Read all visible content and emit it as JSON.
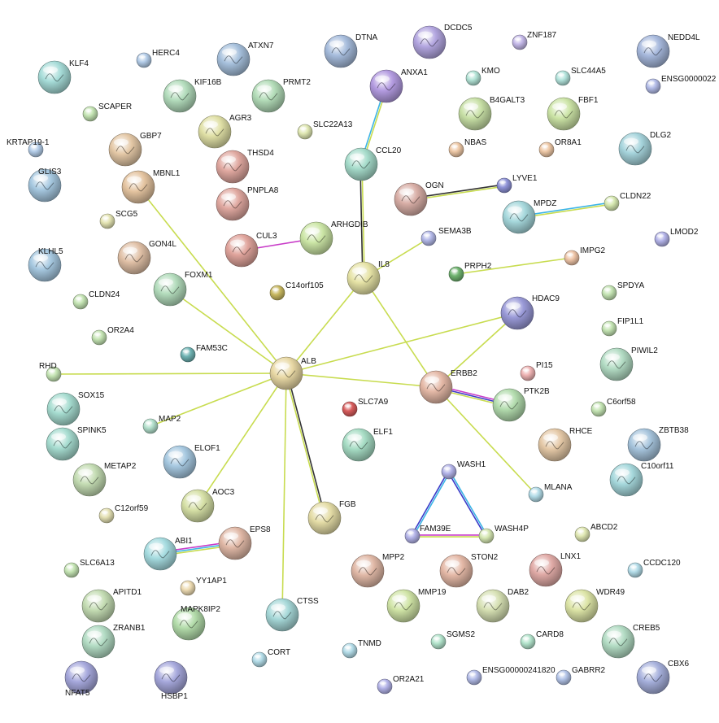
{
  "network": {
    "nodes": [
      {
        "id": "ALB",
        "label": "ALB",
        "color": "#e8d8a4",
        "size": "large",
        "protein": true
      },
      {
        "id": "IL8",
        "label": "IL8",
        "color": "#e6e3a6",
        "size": "large",
        "protein": true
      },
      {
        "id": "ERBB2",
        "label": "ERBB2",
        "color": "#e4b8a6",
        "size": "large",
        "protein": true
      },
      {
        "id": "CCL20",
        "label": "CCL20",
        "color": "#a6dccb",
        "size": "large",
        "protein": true
      },
      {
        "id": "ANXA1",
        "label": "ANXA1",
        "color": "#b39be0",
        "size": "large",
        "protein": true
      },
      {
        "id": "FGB",
        "label": "FGB",
        "color": "#e4dca6",
        "size": "large",
        "protein": true
      },
      {
        "id": "ARHGDIB",
        "label": "ARHGDIB",
        "color": "#cce6a6",
        "size": "large",
        "protein": true
      },
      {
        "id": "CUL3",
        "label": "CUL3",
        "color": "#e0a49c",
        "size": "large",
        "protein": true
      },
      {
        "id": "OGN",
        "label": "OGN",
        "color": "#d8aea6",
        "size": "large",
        "protein": true
      },
      {
        "id": "LYVE1",
        "label": "LYVE1",
        "color": "#8f93d8",
        "size": "small",
        "protein": false
      },
      {
        "id": "SEMA3B",
        "label": "SEMA3B",
        "color": "#b3b8e8",
        "size": "small",
        "protein": false
      },
      {
        "id": "PRPH2",
        "label": "PRPH2",
        "color": "#6fb36f",
        "size": "small",
        "protein": false
      },
      {
        "id": "IMPG2",
        "label": "IMPG2",
        "color": "#eec4a6",
        "size": "small",
        "protein": false
      },
      {
        "id": "MPDZ",
        "label": "MPDZ",
        "color": "#a6d8dc",
        "size": "large",
        "protein": true
      },
      {
        "id": "CLDN22",
        "label": "CLDN22",
        "color": "#d6e8b0",
        "size": "small",
        "protein": false
      },
      {
        "id": "HDAC9",
        "label": "HDAC9",
        "color": "#9a9ad8",
        "size": "large",
        "protein": true
      },
      {
        "id": "PTK2B",
        "label": "PTK2B",
        "color": "#b3dcae",
        "size": "large",
        "protein": true
      },
      {
        "id": "MLANA",
        "label": "MLANA",
        "color": "#b3dce8",
        "size": "small",
        "protein": false
      },
      {
        "id": "FOXM1",
        "label": "FOXM1",
        "color": "#b3dcbc",
        "size": "large",
        "protein": true
      },
      {
        "id": "RHD",
        "label": "RHD",
        "color": "#c4e4b3",
        "size": "small",
        "protein": false
      },
      {
        "id": "MAP2",
        "label": "MAP2",
        "color": "#b3e0cc",
        "size": "small",
        "protein": false
      },
      {
        "id": "AOC3",
        "label": "AOC3",
        "color": "#d6e0a6",
        "size": "large",
        "protein": true
      },
      {
        "id": "CTSS",
        "label": "CTSS",
        "color": "#a6d8d8",
        "size": "large",
        "protein": true
      },
      {
        "id": "MBNL1",
        "label": "MBNL1",
        "color": "#e4c4a0",
        "size": "large",
        "protein": true
      },
      {
        "id": "ABI1",
        "label": "ABI1",
        "color": "#a6dce0",
        "size": "large",
        "protein": true
      },
      {
        "id": "EPS8",
        "label": "EPS8",
        "color": "#e0b8a6",
        "size": "large",
        "protein": true
      },
      {
        "id": "WASH1",
        "label": "WASH1",
        "color": "#b3b3e8",
        "size": "small",
        "protein": false
      },
      {
        "id": "FAM39E",
        "label": "FAM39E",
        "color": "#b3b3e8",
        "size": "small",
        "protein": false
      },
      {
        "id": "WASH4P",
        "label": "WASH4P",
        "color": "#d6e8b3",
        "size": "small",
        "protein": false
      },
      {
        "id": "KLF4",
        "label": "KLF4",
        "color": "#a6dcd8",
        "size": "large",
        "protein": true
      },
      {
        "id": "HERC4",
        "label": "HERC4",
        "color": "#b3cce8",
        "size": "small",
        "protein": false
      },
      {
        "id": "ATXN7",
        "label": "ATXN7",
        "color": "#a6c0dc",
        "size": "large",
        "protein": true
      },
      {
        "id": "DTNA",
        "label": "DTNA",
        "color": "#a6bcdc",
        "size": "large",
        "protein": true
      },
      {
        "id": "DCDC5",
        "label": "DCDC5",
        "color": "#b3a6e0",
        "size": "large",
        "protein": true
      },
      {
        "id": "ZNF187",
        "label": "ZNF187",
        "color": "#c4b8e8",
        "size": "small",
        "protein": false
      },
      {
        "id": "NEDD4L",
        "label": "NEDD4L",
        "color": "#a6b8dc",
        "size": "large",
        "protein": true
      },
      {
        "id": "ENSG0000022",
        "label": "ENSG0000022",
        "color": "#b3bce8",
        "size": "small",
        "protein": false
      },
      {
        "id": "KIF16B",
        "label": "KIF16B",
        "color": "#b3dcbc",
        "size": "large",
        "protein": true
      },
      {
        "id": "PRMT2",
        "label": "PRMT2",
        "color": "#b3dcb8",
        "size": "large",
        "protein": true
      },
      {
        "id": "SCAPER",
        "label": "SCAPER",
        "color": "#c4e4b3",
        "size": "small",
        "protein": false
      },
      {
        "id": "AGR3",
        "label": "AGR3",
        "color": "#e0e0a6",
        "size": "large",
        "protein": true
      },
      {
        "id": "SLC22A13",
        "label": "SLC22A13",
        "color": "#e0e8b3",
        "size": "small",
        "protein": false
      },
      {
        "id": "KMO",
        "label": "KMO",
        "color": "#b3e4d6",
        "size": "small",
        "protein": false
      },
      {
        "id": "SLC44A5",
        "label": "SLC44A5",
        "color": "#b3e4dc",
        "size": "small",
        "protein": false
      },
      {
        "id": "B4GALT3",
        "label": "B4GALT3",
        "color": "#c8e0a6",
        "size": "large",
        "protein": true
      },
      {
        "id": "FBF1",
        "label": "FBF1",
        "color": "#cce4a6",
        "size": "large",
        "protein": true
      },
      {
        "id": "KRTAP19-1",
        "label": "KRTAP19-1",
        "color": "#b3cce8",
        "size": "small",
        "protein": false
      },
      {
        "id": "GBP7",
        "label": "GBP7",
        "color": "#e4c8a6",
        "size": "large",
        "protein": true
      },
      {
        "id": "THSD4",
        "label": "THSD4",
        "color": "#e0a8a0",
        "size": "large",
        "protein": true
      },
      {
        "id": "NBAS",
        "label": "NBAS",
        "color": "#eec8a6",
        "size": "small",
        "protein": false
      },
      {
        "id": "OR8A1",
        "label": "OR8A1",
        "color": "#eec8a6",
        "size": "small",
        "protein": false
      },
      {
        "id": "DLG2",
        "label": "DLG2",
        "color": "#a6d4dc",
        "size": "large",
        "protein": true
      },
      {
        "id": "GLIS3",
        "label": "GLIS3",
        "color": "#a6c8e0",
        "size": "large",
        "protein": true
      },
      {
        "id": "PNPLA8",
        "label": "PNPLA8",
        "color": "#e0a8a0",
        "size": "large",
        "protein": true
      },
      {
        "id": "SCG5",
        "label": "SCG5",
        "color": "#e4e4b3",
        "size": "small",
        "protein": false
      },
      {
        "id": "LMOD2",
        "label": "LMOD2",
        "color": "#b3b3e8",
        "size": "small",
        "protein": false
      },
      {
        "id": "KLHL5",
        "label": "KLHL5",
        "color": "#a6c8e0",
        "size": "large",
        "protein": true
      },
      {
        "id": "GON4L",
        "label": "GON4L",
        "color": "#e0c0a6",
        "size": "large",
        "protein": true
      },
      {
        "id": "C14orf105",
        "label": "C14orf105",
        "color": "#c8b860",
        "size": "small",
        "protein": false
      },
      {
        "id": "SPDYA",
        "label": "SPDYA",
        "color": "#c4e4b3",
        "size": "small",
        "protein": false
      },
      {
        "id": "CLDN24",
        "label": "CLDN24",
        "color": "#c4e4b3",
        "size": "small",
        "protein": false
      },
      {
        "id": "FIP1L1",
        "label": "FIP1L1",
        "color": "#c4e4b3",
        "size": "small",
        "protein": false
      },
      {
        "id": "OR2A4",
        "label": "OR2A4",
        "color": "#c4e4b3",
        "size": "small",
        "protein": false
      },
      {
        "id": "PIWIL2",
        "label": "PIWIL2",
        "color": "#b3dcc4",
        "size": "large",
        "protein": true
      },
      {
        "id": "FAM53C",
        "label": "FAM53C",
        "color": "#6fb3b3",
        "size": "small",
        "protein": false
      },
      {
        "id": "PI15",
        "label": "PI15",
        "color": "#eeb3b3",
        "size": "small",
        "protein": false
      },
      {
        "id": "SOX15",
        "label": "SOX15",
        "color": "#a6dcd0",
        "size": "large",
        "protein": true
      },
      {
        "id": "SLC7A9",
        "label": "SLC7A9",
        "color": "#d85c5c",
        "size": "small",
        "protein": false
      },
      {
        "id": "C6orf58",
        "label": "C6orf58",
        "color": "#c4e4b3",
        "size": "small",
        "protein": false
      },
      {
        "id": "SPINK5",
        "label": "SPINK5",
        "color": "#a6dcd0",
        "size": "large",
        "protein": true
      },
      {
        "id": "ELF1",
        "label": "ELF1",
        "color": "#a6dcc4",
        "size": "large",
        "protein": true
      },
      {
        "id": "RHCE",
        "label": "RHCE",
        "color": "#e4c8a6",
        "size": "large",
        "protein": true
      },
      {
        "id": "ZBTB38",
        "label": "ZBTB38",
        "color": "#a6c4dc",
        "size": "large",
        "protein": true
      },
      {
        "id": "ELOF1",
        "label": "ELOF1",
        "color": "#a6c8e0",
        "size": "large",
        "protein": true
      },
      {
        "id": "METAP2",
        "label": "METAP2",
        "color": "#c4dcb3",
        "size": "large",
        "protein": true
      },
      {
        "id": "C10orf11",
        "label": "C10orf11",
        "color": "#a6d8dc",
        "size": "large",
        "protein": true
      },
      {
        "id": "C12orf59",
        "label": "C12orf59",
        "color": "#e4e0b3",
        "size": "small",
        "protein": false
      },
      {
        "id": "ABCD2",
        "label": "ABCD2",
        "color": "#e0e8b3",
        "size": "small",
        "protein": false
      },
      {
        "id": "SLC6A13",
        "label": "SLC6A13",
        "color": "#c4e4b3",
        "size": "small",
        "protein": false
      },
      {
        "id": "YY1AP1",
        "label": "YY1AP1",
        "color": "#eedcb3",
        "size": "small",
        "protein": false
      },
      {
        "id": "MPP2",
        "label": "MPP2",
        "color": "#e0b8a6",
        "size": "large",
        "protein": true
      },
      {
        "id": "STON2",
        "label": "STON2",
        "color": "#e4b8a6",
        "size": "large",
        "protein": true
      },
      {
        "id": "LNX1",
        "label": "LNX1",
        "color": "#e0aaa6",
        "size": "large",
        "protein": true
      },
      {
        "id": "CCDC120",
        "label": "CCDC120",
        "color": "#b3dce8",
        "size": "small",
        "protein": false
      },
      {
        "id": "APITD1",
        "label": "APITD1",
        "color": "#c4dcb3",
        "size": "large",
        "protein": true
      },
      {
        "id": "MAPK8IP2",
        "label": "MAPK8IP2",
        "color": "#b3dcaa",
        "size": "large",
        "protein": true
      },
      {
        "id": "MMP19",
        "label": "MMP19",
        "color": "#d0e4a6",
        "size": "large",
        "protein": true
      },
      {
        "id": "DAB2",
        "label": "DAB2",
        "color": "#d6e0b3",
        "size": "large",
        "protein": true
      },
      {
        "id": "WDR49",
        "label": "WDR49",
        "color": "#dce4a6",
        "size": "large",
        "protein": true
      },
      {
        "id": "ZRANB1",
        "label": "ZRANB1",
        "color": "#b3dcc4",
        "size": "large",
        "protein": true
      },
      {
        "id": "TNMD",
        "label": "TNMD",
        "color": "#b3dce8",
        "size": "small",
        "protein": false
      },
      {
        "id": "SGMS2",
        "label": "SGMS2",
        "color": "#b3e4cc",
        "size": "small",
        "protein": false
      },
      {
        "id": "CARD8",
        "label": "CARD8",
        "color": "#b3e4cc",
        "size": "small",
        "protein": false
      },
      {
        "id": "CREB5",
        "label": "CREB5",
        "color": "#b3dcc4",
        "size": "large",
        "protein": true
      },
      {
        "id": "CORT",
        "label": "CORT",
        "color": "#b3dce8",
        "size": "small",
        "protein": false
      },
      {
        "id": "NFAT5",
        "label": "NFAT5",
        "color": "#a6a8dc",
        "size": "large",
        "protein": true
      },
      {
        "id": "HSBP1",
        "label": "HSBP1",
        "color": "#a6a8dc",
        "size": "large",
        "protein": true
      },
      {
        "id": "OR2A21",
        "label": "OR2A21",
        "color": "#b3b3e8",
        "size": "small",
        "protein": false
      },
      {
        "id": "ENSG00000241820",
        "label": "ENSG00000241820",
        "color": "#b3bce8",
        "size": "small",
        "protein": false
      },
      {
        "id": "GABRR2",
        "label": "GABRR2",
        "color": "#b3c4e8",
        "size": "small",
        "protein": false
      },
      {
        "id": "CBX6",
        "label": "CBX6",
        "color": "#a6b0dc",
        "size": "large",
        "protein": true
      }
    ],
    "edges": [
      {
        "source": "ALB",
        "target": "IL8",
        "colors": [
          "#c8dc50"
        ]
      },
      {
        "source": "ALB",
        "target": "FOXM1",
        "colors": [
          "#c8dc50"
        ]
      },
      {
        "source": "ALB",
        "target": "MBNL1",
        "colors": [
          "#c8dc50"
        ]
      },
      {
        "source": "ALB",
        "target": "RHD",
        "colors": [
          "#c8dc50"
        ]
      },
      {
        "source": "ALB",
        "target": "MAP2",
        "colors": [
          "#c8dc50"
        ]
      },
      {
        "source": "ALB",
        "target": "AOC3",
        "colors": [
          "#c8dc50"
        ]
      },
      {
        "source": "ALB",
        "target": "CTSS",
        "colors": [
          "#c8dc50"
        ]
      },
      {
        "source": "ALB",
        "target": "FGB",
        "colors": [
          "#333333",
          "#c8dc50"
        ]
      },
      {
        "source": "ALB",
        "target": "ERBB2",
        "colors": [
          "#c8dc50"
        ]
      },
      {
        "source": "ALB",
        "target": "HDAC9",
        "colors": [
          "#c8dc50"
        ]
      },
      {
        "source": "IL8",
        "target": "CCL20",
        "colors": [
          "#333333",
          "#c8dc50"
        ]
      },
      {
        "source": "IL8",
        "target": "SEMA3B",
        "colors": [
          "#c8dc50"
        ]
      },
      {
        "source": "IL8",
        "target": "ERBB2",
        "colors": [
          "#c8dc50"
        ]
      },
      {
        "source": "CCL20",
        "target": "ANXA1",
        "colors": [
          "#3cb4e6",
          "#c8dc50"
        ]
      },
      {
        "source": "CUL3",
        "target": "ARHGDIB",
        "colors": [
          "#c83cc8"
        ]
      },
      {
        "source": "OGN",
        "target": "LYVE1",
        "colors": [
          "#333333",
          "#c8dc50"
        ]
      },
      {
        "source": "MPDZ",
        "target": "CLDN22",
        "colors": [
          "#3cb4e6",
          "#c8dc50"
        ]
      },
      {
        "source": "PRPH2",
        "target": "IMPG2",
        "colors": [
          "#c8dc50"
        ]
      },
      {
        "source": "ERBB2",
        "target": "HDAC9",
        "colors": [
          "#c8dc50"
        ]
      },
      {
        "source": "ERBB2",
        "target": "PTK2B",
        "colors": [
          "#c83cc8",
          "#3c3cc8",
          "#c8dc50"
        ]
      },
      {
        "source": "ERBB2",
        "target": "MLANA",
        "colors": [
          "#c8dc50"
        ]
      },
      {
        "source": "ABI1",
        "target": "EPS8",
        "colors": [
          "#c83cc8",
          "#3cb4e6",
          "#c8dc50"
        ]
      },
      {
        "source": "WASH1",
        "target": "FAM39E",
        "colors": [
          "#3cb4e6",
          "#3c3cc8"
        ]
      },
      {
        "source": "WASH1",
        "target": "WASH4P",
        "colors": [
          "#3cb4e6",
          "#3c3cc8"
        ]
      },
      {
        "source": "FAM39E",
        "target": "WASH4P",
        "colors": [
          "#c83cc8",
          "#c8dc50"
        ]
      }
    ]
  }
}
